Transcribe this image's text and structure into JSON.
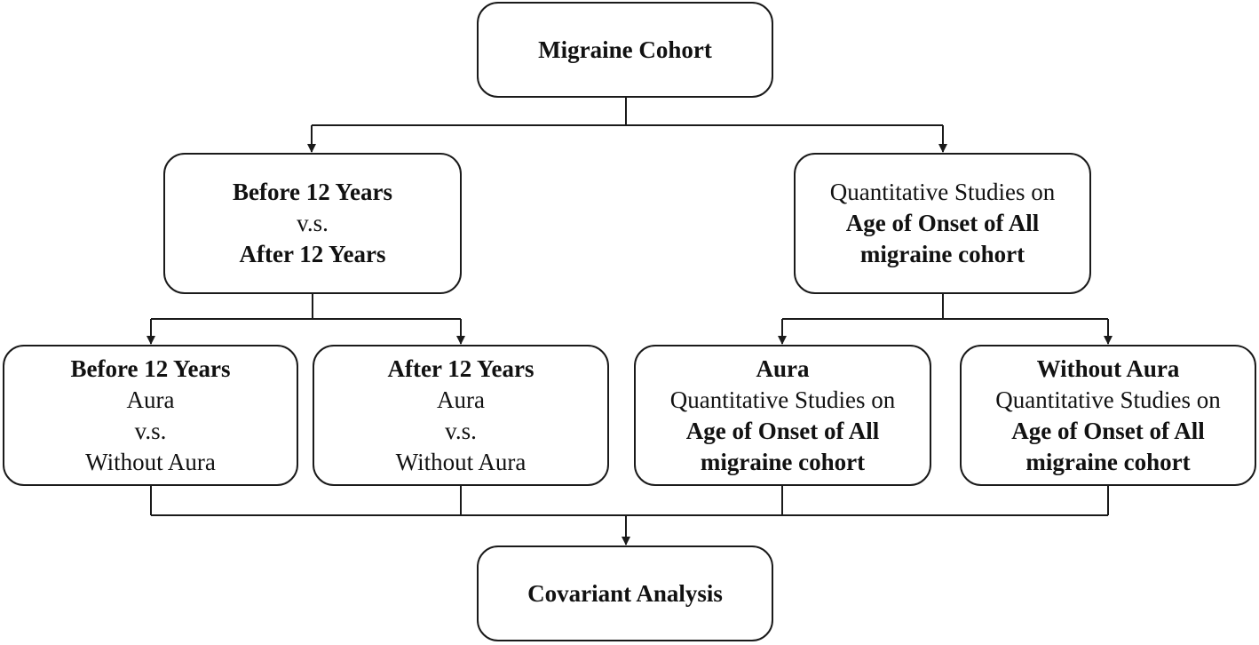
{
  "nodes": {
    "root": {
      "title": "Migraine Cohort"
    },
    "left_main": {
      "line1": "Before 12 Years",
      "line2": "v.s.",
      "line3": "After 12 Years"
    },
    "right_main": {
      "line1": "Quantitative Studies on",
      "line2": "Age of Onset of All",
      "line3": "migraine cohort"
    },
    "before_aura": {
      "line1": "Before 12 Years",
      "line2": "Aura",
      "line3": "v.s.",
      "line4": "Without Aura"
    },
    "after_aura": {
      "line1": "After 12 Years",
      "line2": "Aura",
      "line3": "v.s.",
      "line4": "Without Aura"
    },
    "aura_onset": {
      "line1": "Aura",
      "line2": "Quantitative Studies on",
      "line3": "Age of Onset of All",
      "line4": "migraine cohort"
    },
    "without_aura_onset": {
      "line1": "Without Aura",
      "line2": "Quantitative Studies on",
      "line3": "Age of Onset of All",
      "line4": "migraine cohort"
    },
    "covariant": {
      "title": "Covariant Analysis"
    }
  },
  "colors": {
    "stroke": "#1a1a1a",
    "text": "#111111",
    "background": "#ffffff"
  }
}
